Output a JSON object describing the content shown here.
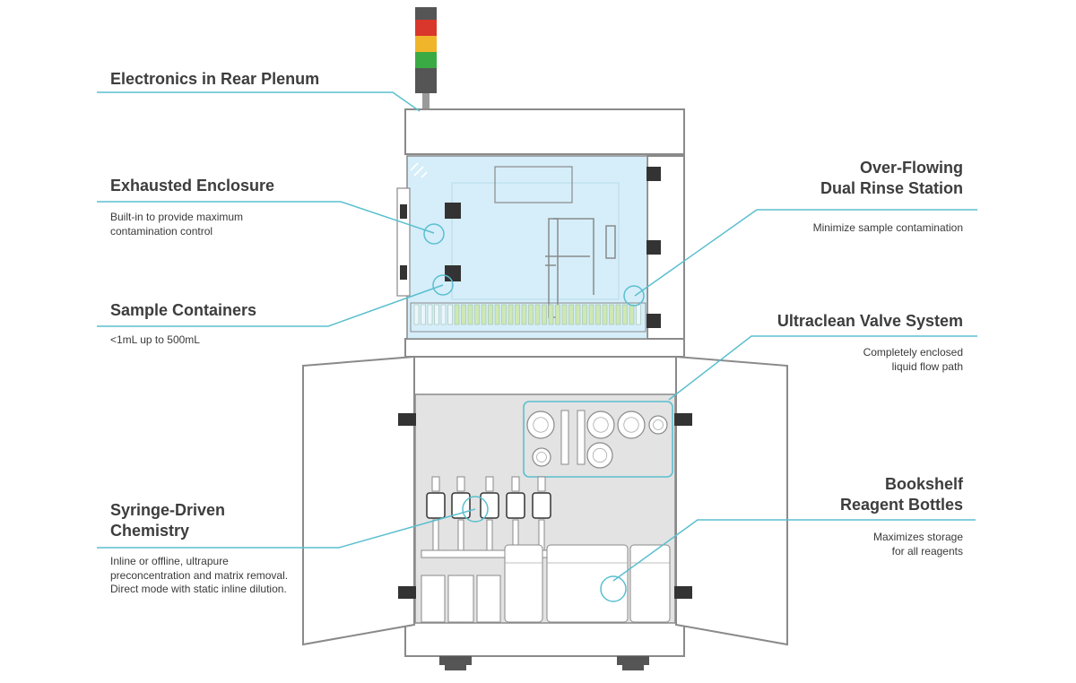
{
  "colors": {
    "accent": "#5bbfcf",
    "outline": "#8a8a8a",
    "glass": "#d5eefa",
    "panel": "#e3e3e3",
    "beacon_red": "#d9372c",
    "beacon_yellow": "#f0b52a",
    "beacon_green": "#3aaa45",
    "beacon_dark": "#555555",
    "vial_green": "#cfe8b2"
  },
  "callouts": [
    {
      "id": "rear_plenum",
      "title_lines": [
        "Electronics in Rear Plenum"
      ],
      "desc": ""
    },
    {
      "id": "exhausted_enclosure",
      "title_lines": [
        "Exhausted Enclosure"
      ],
      "desc": "Built-in to provide maximum contamination control"
    },
    {
      "id": "sample_containers",
      "title_lines": [
        "Sample Containers"
      ],
      "desc": "<1mL up to 500mL"
    },
    {
      "id": "rinse_station",
      "title_lines": [
        "Over-Flowing",
        "Dual Rinse Station"
      ],
      "desc": "Minimize sample contamination"
    },
    {
      "id": "valve_system",
      "title_lines": [
        "Ultraclean Valve System"
      ],
      "desc": "Completely enclosed liquid flow path"
    },
    {
      "id": "syringe_chemistry",
      "title_lines": [
        "Syringe-Driven",
        "Chemistry"
      ],
      "desc": "Inline or offline, ultrapure preconcentration and matrix removal. Direct mode with static inline dilution."
    },
    {
      "id": "reagent_bottles",
      "title_lines": [
        "Bookshelf",
        "Reagent Bottles"
      ],
      "desc": "Maximizes storage for all reagents"
    }
  ]
}
